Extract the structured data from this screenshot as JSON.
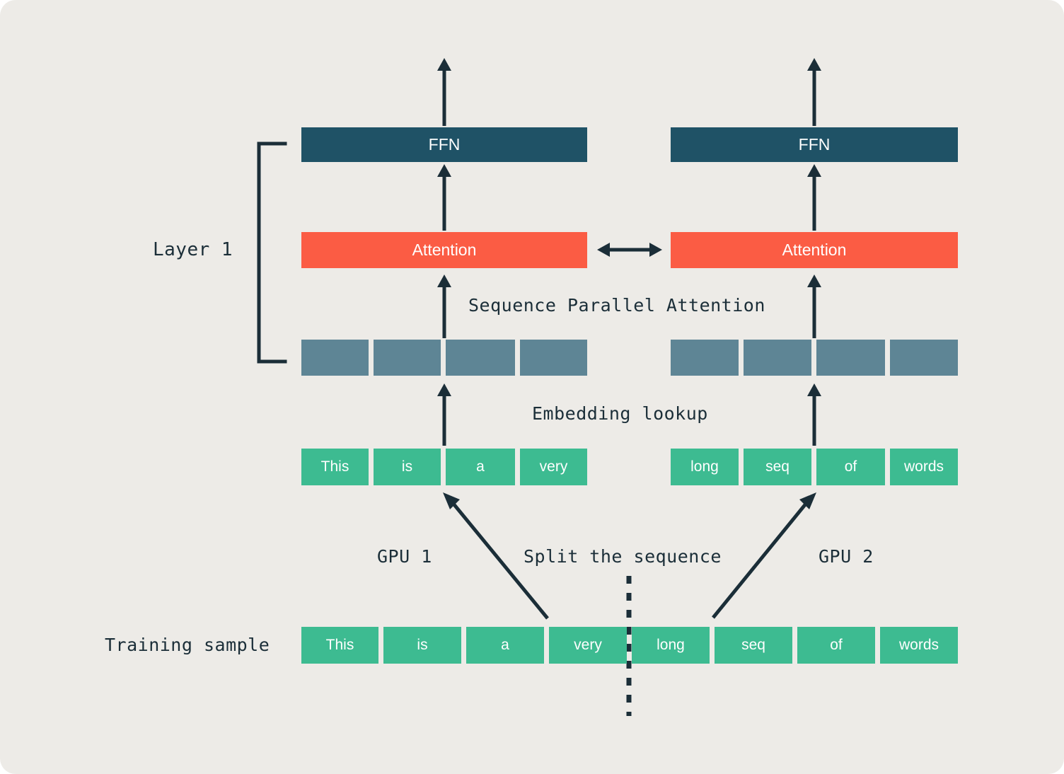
{
  "diagram": {
    "title": "Sequence Parallel Attention",
    "background_color": "#edebe7",
    "colors": {
      "ffn": "#1f5266",
      "attention": "#fb5c44",
      "embedding": "#5e8595",
      "token": "#3dbb91",
      "ink": "#1b2e38",
      "label_text": "#1b2e38",
      "box_text": "#ffffff"
    }
  },
  "labels": {
    "layer": "Layer 1",
    "sequence_parallel_attention": "Sequence Parallel Attention",
    "embedding_lookup": "Embedding lookup",
    "gpu1": "GPU 1",
    "gpu2": "GPU 2",
    "split_the_sequence": "Split the sequence",
    "training_sample": "Training sample"
  },
  "gpu1": {
    "ffn": "FFN",
    "attention": "Attention",
    "embeddings": [
      "",
      "",
      "",
      ""
    ],
    "tokens": [
      "This",
      "is",
      "a",
      "very"
    ]
  },
  "gpu2": {
    "ffn": "FFN",
    "attention": "Attention",
    "embeddings": [
      "",
      "",
      "",
      ""
    ],
    "tokens": [
      "long",
      "seq",
      "of",
      "words"
    ]
  },
  "training_sample": {
    "tokens": [
      "This",
      "is",
      "a",
      "very",
      "long",
      "seq",
      "of",
      "words"
    ],
    "split_after_index": 3
  }
}
